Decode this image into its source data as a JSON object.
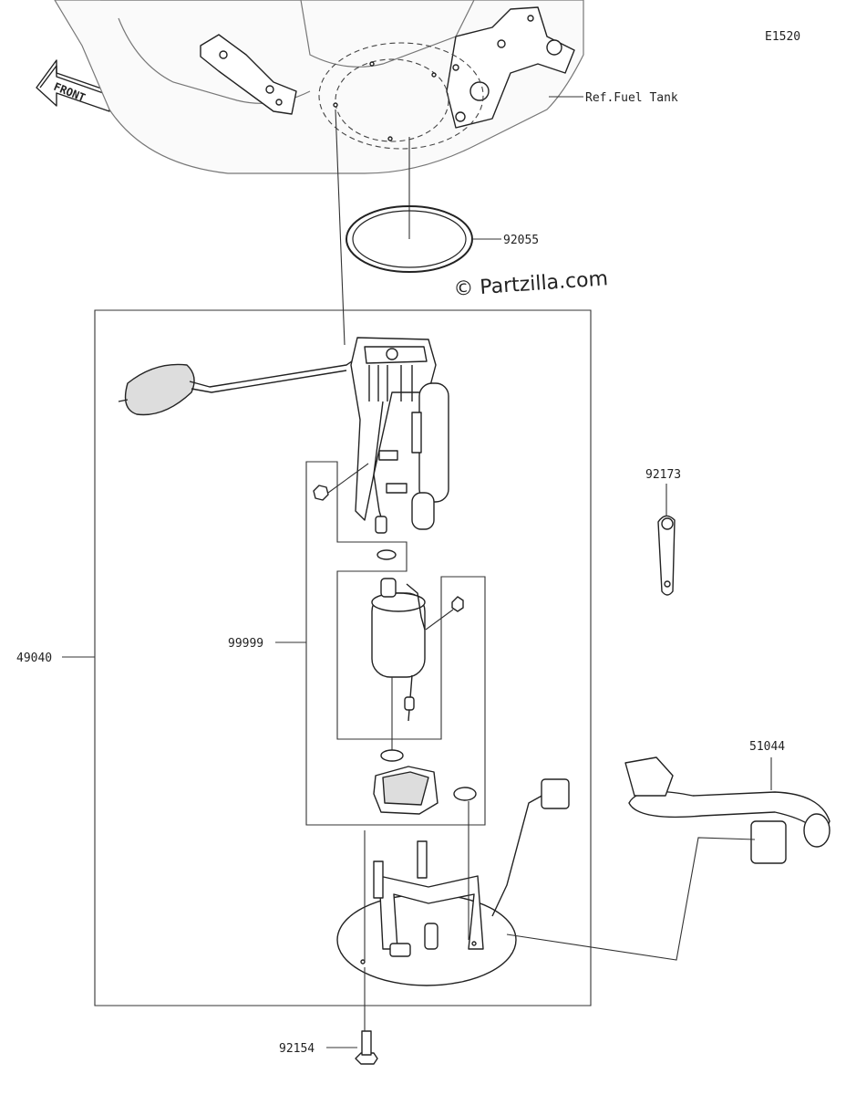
{
  "figure_code": "E1520",
  "front_label": "FRONT",
  "watermark": "© Partzilla.com",
  "ref_fuel_tank": "Ref.Fuel Tank",
  "parts": {
    "oring_92055": "92055",
    "pump_assy_49040": "49040",
    "pump_kit_99999": "99999",
    "band_92173": "92173",
    "hose_51044": "51044",
    "bolt_92154": "92154"
  }
}
